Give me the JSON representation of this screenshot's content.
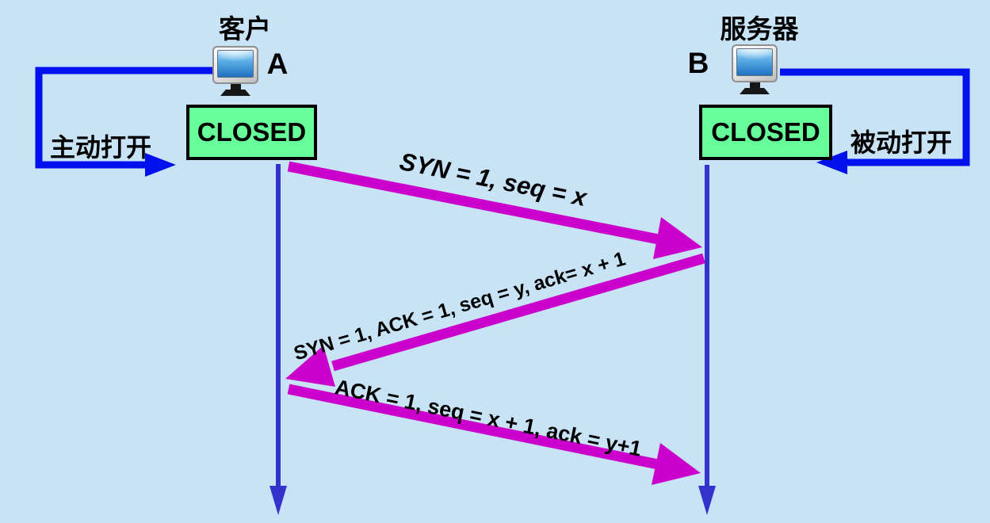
{
  "diagram": {
    "client": {
      "title": "客户",
      "host_letter": "A",
      "state": "CLOSED",
      "open_action": "主动打开"
    },
    "server": {
      "title": "服务器",
      "host_letter": "B",
      "state": "CLOSED",
      "open_action": "被动打开"
    },
    "messages": [
      {
        "label": "SYN = 1, seq = x",
        "from": "A",
        "to": "B"
      },
      {
        "label": "SYN = 1, ACK = 1, seq = y, ack= x + 1",
        "from": "B",
        "to": "A"
      },
      {
        "label": "ACK = 1, seq = x + 1, ack = y+1",
        "from": "A",
        "to": "B"
      }
    ],
    "colors": {
      "background": "#C8E3F5",
      "open_flow_blue": "#0011EE",
      "lifeline_blue": "#3333CC",
      "message_magenta": "#CC00CC",
      "state_green": "#66FF99",
      "text_black": "#000000"
    }
  }
}
